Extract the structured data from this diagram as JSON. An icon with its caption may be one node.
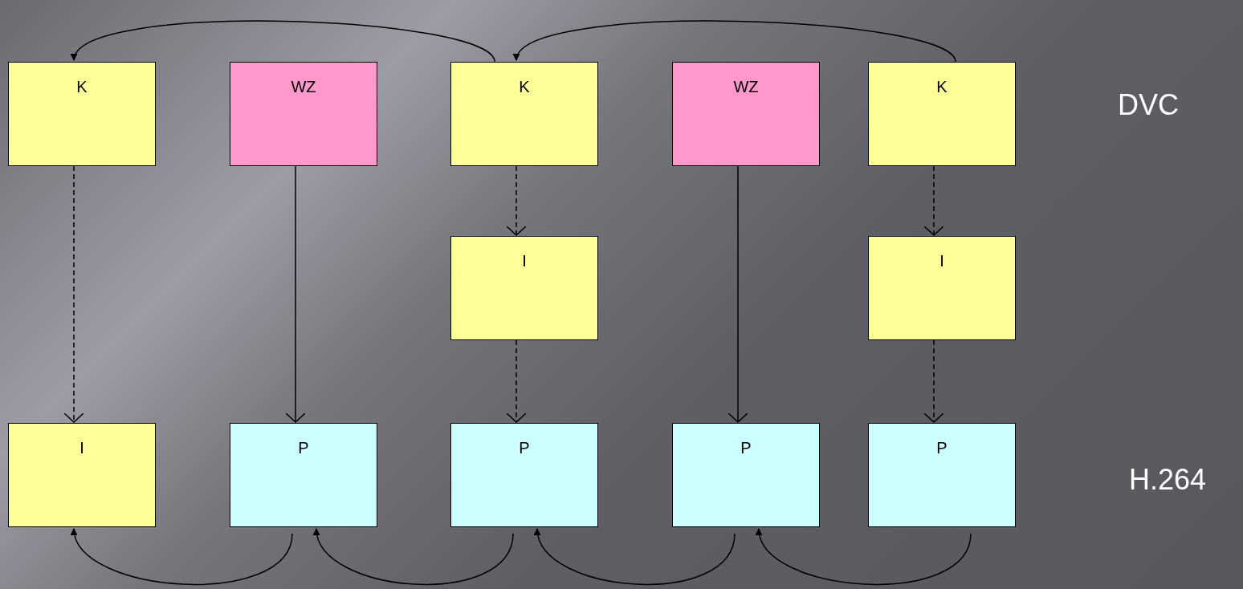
{
  "diagram": {
    "nodes": [
      {
        "text": [
          "K"
        ]
      },
      {
        "text": [
          "WZ"
        ]
      },
      {
        "text": [
          "K"
        ]
      },
      {
        "text": [
          "WZ"
        ]
      },
      {
        "text": [
          "K"
        ]
      },
      {
        "text": [
          "I"
        ]
      },
      {
        "text": [
          "I"
        ]
      },
      {
        "text": [
          "I"
        ]
      },
      {
        "text": [
          "P"
        ]
      },
      {
        "text": [
          "P"
        ]
      },
      {
        "text": [
          "P"
        ]
      },
      {
        "text": [
          "P"
        ]
      }
    ],
    "edges": [
      {
        "from": 0,
        "to": 7,
        "arrow": "to",
        "style": "dashed"
      },
      {
        "from": 1,
        "to": 8,
        "arrow": "to"
      },
      {
        "from": 2,
        "to": 5,
        "arrow": "to",
        "style": "dashed"
      },
      {
        "from": 5,
        "to": 9,
        "arrow": "to",
        "style": "dashed"
      },
      {
        "from": 3,
        "to": 10,
        "arrow": "to"
      },
      {
        "from": 4,
        "to": 6,
        "arrow": "to",
        "style": "dashed"
      },
      {
        "from": 6,
        "to": 11,
        "arrow": "to",
        "style": "dashed"
      },
      {
        "from": 2,
        "to": 0,
        "arrow": "to"
      },
      {
        "from": 4,
        "to": 2,
        "arrow": "to"
      },
      {
        "from": 8,
        "to": 7,
        "arrow": "to"
      },
      {
        "from": 9,
        "to": 8,
        "arrow": "to"
      },
      {
        "from": 10,
        "to": 9,
        "arrow": "to"
      },
      {
        "from": 11,
        "to": 10,
        "arrow": "to"
      }
    ],
    "labels": [
      "DVC",
      "H.264"
    ]
  }
}
